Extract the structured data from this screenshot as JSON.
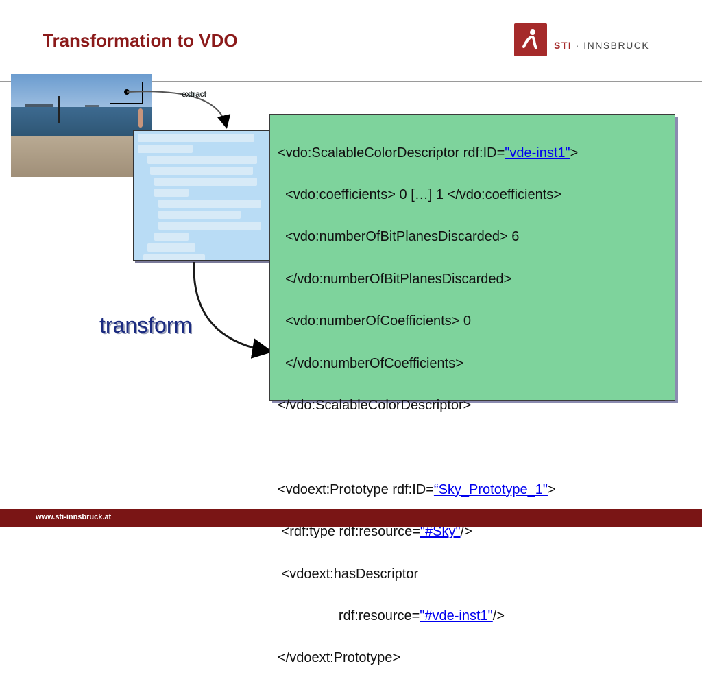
{
  "slide": {
    "title": "Transformation to VDO",
    "logo_text_a": "STI",
    "logo_text_b": " · INNSBRUCK",
    "extract_label": "extract",
    "transform_label": "transform",
    "footer_url": "www.sti-innsbruck.at"
  },
  "code": {
    "l1_pre": "<vdo:ScalableColorDescriptor rdf:ID=",
    "l1_link": "\"vde-inst1\"",
    "l1_post": ">",
    "l2": "  <vdo:coefficients> 0 […] 1 </vdo:coefficients>",
    "l3": "  <vdo:numberOfBitPlanesDiscarded> 6",
    "l4": "  </vdo:numberOfBitPlanesDiscarded>",
    "l5": "  <vdo:numberOfCoefficients> 0",
    "l6": "  </vdo:numberOfCoefficients>",
    "l7": "</vdo:ScalableColorDescriptor>",
    "l9_pre": "<vdoext:Prototype rdf:ID=",
    "l9_link": "“Sky_Prototype_1\"",
    "l9_post": ">",
    "l10_pre": " <rdf:type rdf:resource=",
    "l10_link": "\"#Sky\"",
    "l10_post": "/>",
    "l11": " <vdoext:hasDescriptor",
    "l12_pre": "                rdf:resource=",
    "l12_link": "\"#vde-inst1\"",
    "l12_post": "/>",
    "l13": "</vdoext:Prototype>"
  },
  "colors": {
    "title": "#8b1a1a",
    "footer": "#7a1515",
    "code_box": "#7ed39c",
    "link": "#0000ee"
  }
}
